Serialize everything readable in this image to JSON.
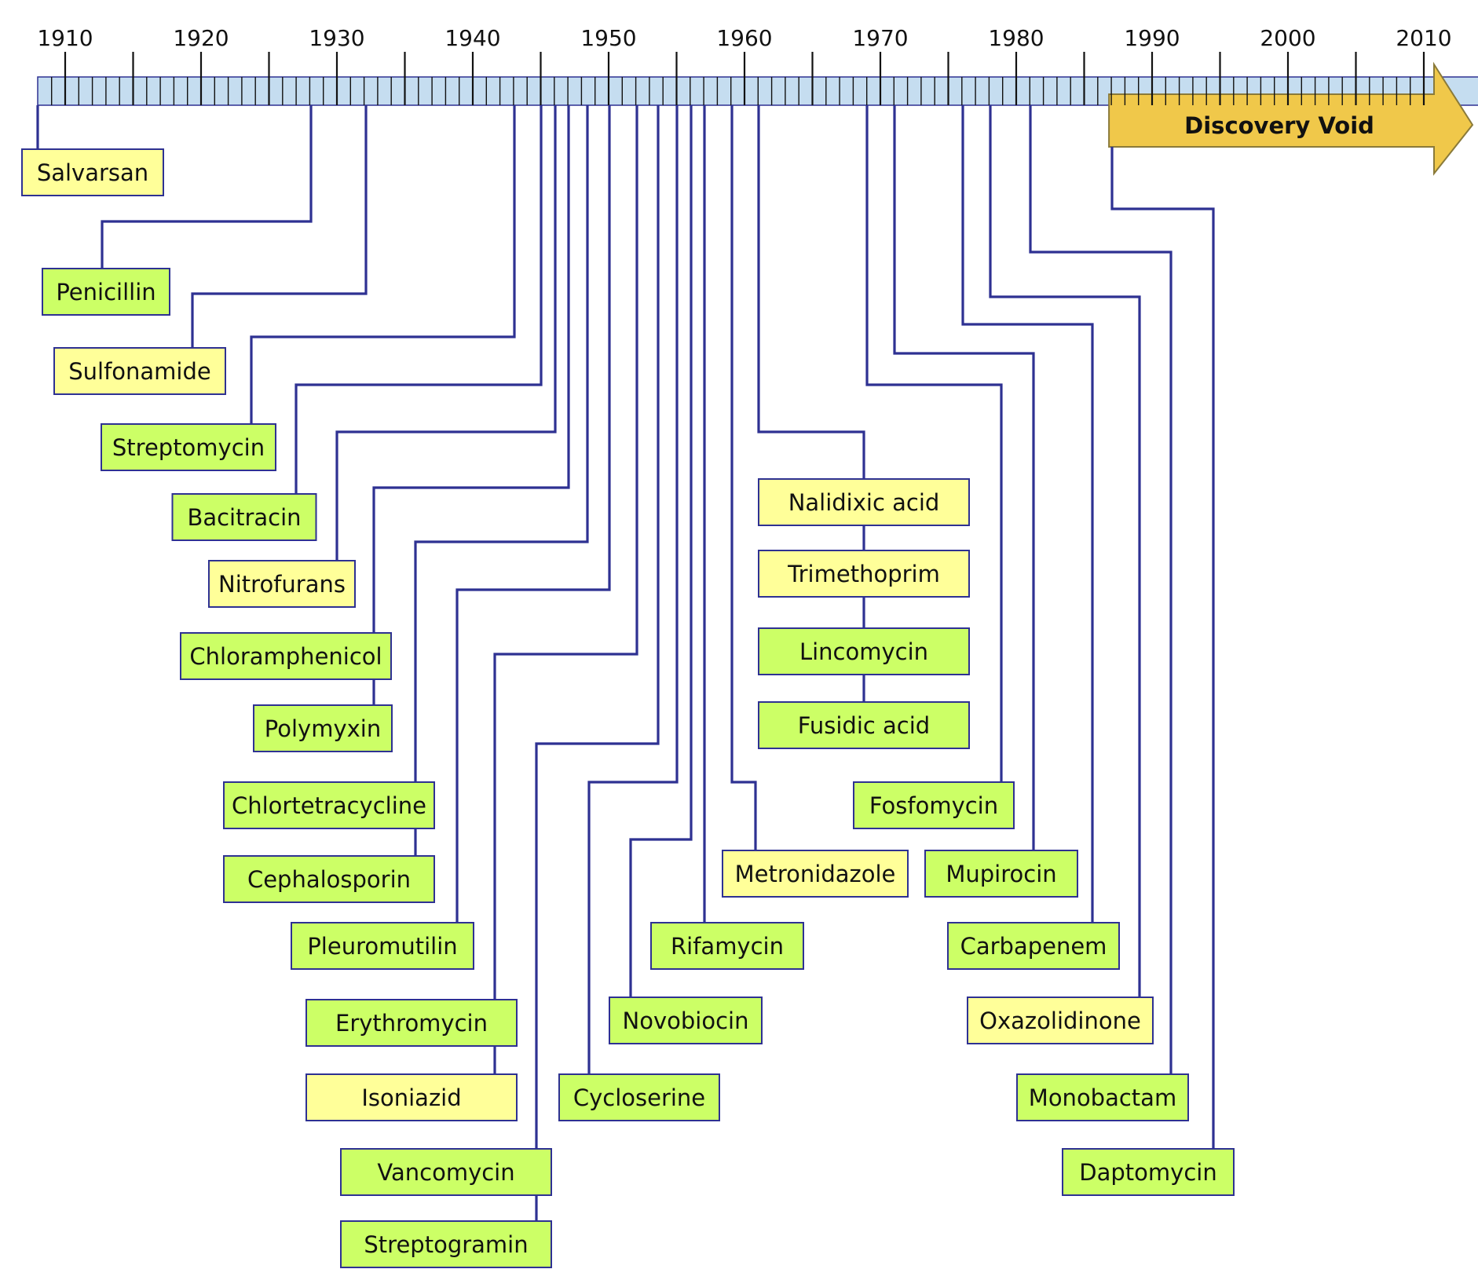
{
  "timeline": {
    "start_year": 1906,
    "end_year": 2013,
    "tick_labels": [
      "1910",
      "1920",
      "1930",
      "1940",
      "1950",
      "1960",
      "1970",
      "1980",
      "1990",
      "2000",
      "2010"
    ],
    "bar_color": "#c5ddf0",
    "line_color": "#2e3192"
  },
  "discovery_void": {
    "label": "Discovery Void",
    "start_year": 1987,
    "color": "#f0c84a"
  },
  "colors": {
    "green": "#ccff66",
    "yellow": "#ffff99",
    "box_border": "#2e3192"
  },
  "antibiotics": [
    {
      "name": "Salvarsan",
      "year": 1910,
      "color": "yellow"
    },
    {
      "name": "Penicillin",
      "year": 1928,
      "color": "green"
    },
    {
      "name": "Sulfonamide",
      "year": 1932,
      "color": "yellow"
    },
    {
      "name": "Streptomycin",
      "year": 1943,
      "color": "green"
    },
    {
      "name": "Bacitracin",
      "year": 1945,
      "color": "green"
    },
    {
      "name": "Nitrofurans",
      "year": 1946,
      "color": "yellow"
    },
    {
      "name": "Chloramphenicol",
      "year": 1947,
      "color": "green"
    },
    {
      "name": "Polymyxin",
      "year": 1947,
      "color": "green"
    },
    {
      "name": "Chlortetracycline",
      "year": 1948,
      "color": "green"
    },
    {
      "name": "Cephalosporin",
      "year": 1948,
      "color": "green"
    },
    {
      "name": "Pleuromutilin",
      "year": 1950,
      "color": "green"
    },
    {
      "name": "Erythromycin",
      "year": 1952,
      "color": "green"
    },
    {
      "name": "Isoniazid",
      "year": 1952,
      "color": "yellow"
    },
    {
      "name": "Vancomycin",
      "year": 1953,
      "color": "green"
    },
    {
      "name": "Streptogramin",
      "year": 1953,
      "color": "green"
    },
    {
      "name": "Cycloserine",
      "year": 1955,
      "color": "green"
    },
    {
      "name": "Novobiocin",
      "year": 1956,
      "color": "green"
    },
    {
      "name": "Rifamycin",
      "year": 1957,
      "color": "green"
    },
    {
      "name": "Metronidazole",
      "year": 1959,
      "color": "yellow"
    },
    {
      "name": "Nalidixic acid",
      "year": 1961,
      "color": "yellow"
    },
    {
      "name": "Trimethoprim",
      "year": 1961,
      "color": "yellow"
    },
    {
      "name": "Lincomycin",
      "year": 1961,
      "color": "green"
    },
    {
      "name": "Fusidic acid",
      "year": 1961,
      "color": "green"
    },
    {
      "name": "Fosfomycin",
      "year": 1969,
      "color": "green"
    },
    {
      "name": "Mupirocin",
      "year": 1971,
      "color": "green"
    },
    {
      "name": "Carbapenem",
      "year": 1976,
      "color": "green"
    },
    {
      "name": "Oxazolidinone",
      "year": 1978,
      "color": "yellow"
    },
    {
      "name": "Monobactam",
      "year": 1981,
      "color": "green"
    },
    {
      "name": "Daptomycin",
      "year": 1987,
      "color": "green"
    }
  ]
}
